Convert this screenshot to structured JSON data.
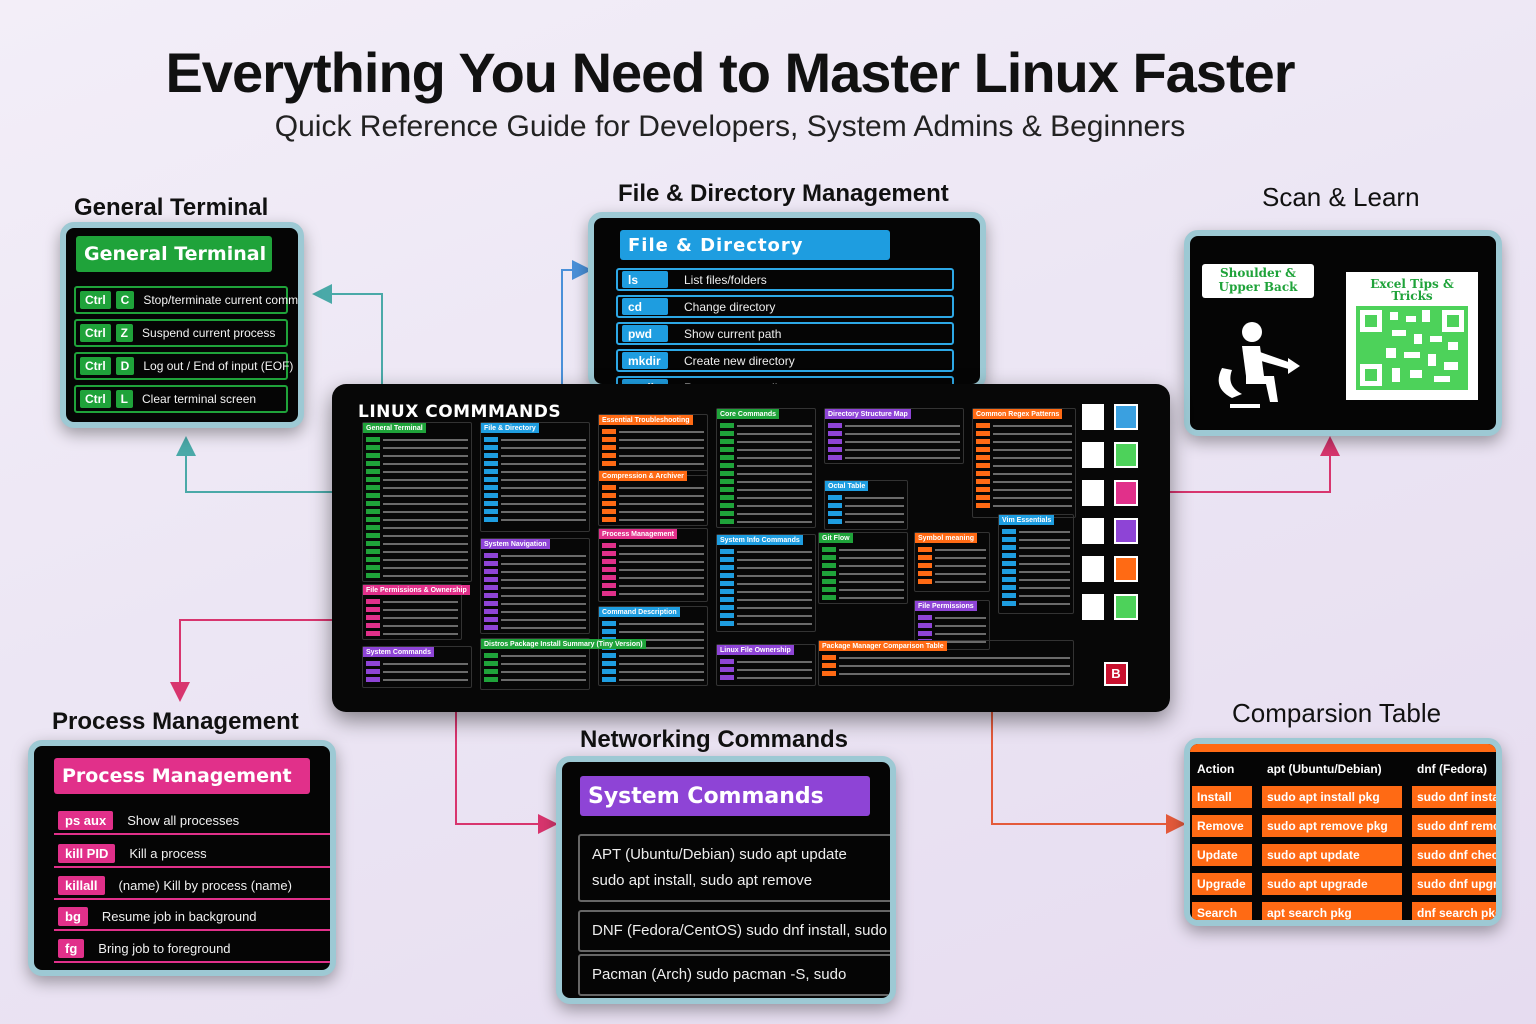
{
  "title": "Everything You Need to Master Linux Faster",
  "subtitle": "Quick Reference Guide for Developers, System Admins & Beginners",
  "labels": {
    "general_terminal": "General Terminal",
    "file_dir": "File & Directory Management",
    "scan_learn": "Scan & Learn",
    "process": "Process Management",
    "networking": "Networking Commands",
    "comparison": "Comparsion Table"
  },
  "general_terminal": {
    "banner": "General Terminal",
    "rows": [
      {
        "mod": "Ctrl",
        "key": "C",
        "desc": "Stop/terminate current command"
      },
      {
        "mod": "Ctrl",
        "key": "Z",
        "desc": "Suspend current process"
      },
      {
        "mod": "Ctrl",
        "key": "D",
        "desc": "Log out / End of input (EOF)"
      },
      {
        "mod": "Ctrl",
        "key": "L",
        "desc": "Clear terminal screen"
      }
    ]
  },
  "file_dir": {
    "banner": "File & Directory",
    "rows": [
      {
        "cmd": "ls",
        "desc": "List files/folders"
      },
      {
        "cmd": "cd",
        "desc": "Change directory"
      },
      {
        "cmd": "pwd",
        "desc": "Show current path"
      },
      {
        "cmd": "mkdir",
        "desc": "Create new directory"
      },
      {
        "cmd": "rmdir",
        "desc": "Remove empty directory"
      }
    ]
  },
  "scan": {
    "chip1": "Shoulder & Upper Back",
    "chip2": "Excel Tips & Tricks"
  },
  "process": {
    "banner": "Process Management",
    "rows": [
      {
        "cmd": "ps aux",
        "desc": "Show all processes"
      },
      {
        "cmd": "kill PID",
        "desc": "Kill a process"
      },
      {
        "cmd": "killall",
        "desc": "(name) Kill by process (name)"
      },
      {
        "cmd": "bg",
        "desc": "Resume job in background"
      },
      {
        "cmd": "fg",
        "desc": "Bring job to foreground"
      }
    ]
  },
  "networking": {
    "banner": "System Commands",
    "rows": [
      {
        "line1": "APT (Ubuntu/Debian)      sudo apt update",
        "line2": "sudo apt install, sudo apt remove"
      },
      {
        "line1": "DNF (Fedora/CentOS) sudo dnf install, sudo",
        "line2": ""
      },
      {
        "line1": "Pacman (Arch)        sudo pacman -S, sudo",
        "line2": ""
      }
    ]
  },
  "comparison": {
    "headers": [
      "Action",
      "apt (Ubuntu/Debian)",
      "dnf (Fedora)"
    ],
    "rows": [
      [
        "Install",
        "sudo apt install pkg",
        "sudo dnf install"
      ],
      [
        "Remove",
        "sudo apt remove pkg",
        "sudo dnf remove"
      ],
      [
        "Update",
        "sudo apt update",
        "sudo dnf check-"
      ],
      [
        "Upgrade",
        "sudo apt upgrade",
        "sudo dnf upgrac"
      ],
      [
        "Search",
        "apt search pkg",
        "dnf search pkg"
      ]
    ]
  },
  "mat": {
    "title": "LINUX COMMMANDS",
    "logo": "B",
    "sections": [
      {
        "name": "General Terminal",
        "color": "#1fa33a"
      },
      {
        "name": "File & Directory",
        "color": "#1e9de0"
      },
      {
        "name": "Essential Troubleshooting",
        "color": "#ff6a14"
      },
      {
        "name": "Core Commands",
        "color": "#1fa33a"
      },
      {
        "name": "Directory Structure Map",
        "color": "#8e44d6"
      },
      {
        "name": "Common Regex Patterns",
        "color": "#ff6a14"
      },
      {
        "name": "System Navigation",
        "color": "#8e44d6"
      },
      {
        "name": "Compression & Archiver",
        "color": "#ff6a14"
      },
      {
        "name": "Octal Table",
        "color": "#1e9de0"
      },
      {
        "name": "File Permissions & Ownership",
        "color": "#e1308a"
      },
      {
        "name": "Process Management",
        "color": "#e1308a"
      },
      {
        "name": "System Info Commands",
        "color": "#1e9de0"
      },
      {
        "name": "Git Flow",
        "color": "#1fa33a"
      },
      {
        "name": "Symbol meaning",
        "color": "#ff6a14"
      },
      {
        "name": "Vim Essentials",
        "color": "#1e9de0"
      },
      {
        "name": "File Permissions",
        "color": "#8e44d6"
      },
      {
        "name": "Command Description",
        "color": "#1e9de0"
      },
      {
        "name": "Distros Package Install Summary (Tiny Version)",
        "color": "#1fa33a"
      },
      {
        "name": "System Commands",
        "color": "#8e44d6"
      },
      {
        "name": "Linux File Ownership",
        "color": "#8e44d6"
      },
      {
        "name": "Package Manager Comparison Table",
        "color": "#ff6a14"
      }
    ]
  },
  "colors": {
    "green": "#1fa33a",
    "blue": "#1e9de0",
    "pink": "#e1308a",
    "purple": "#8e44d6",
    "orange": "#ff6a14",
    "frame": "#9dc9d4"
  }
}
